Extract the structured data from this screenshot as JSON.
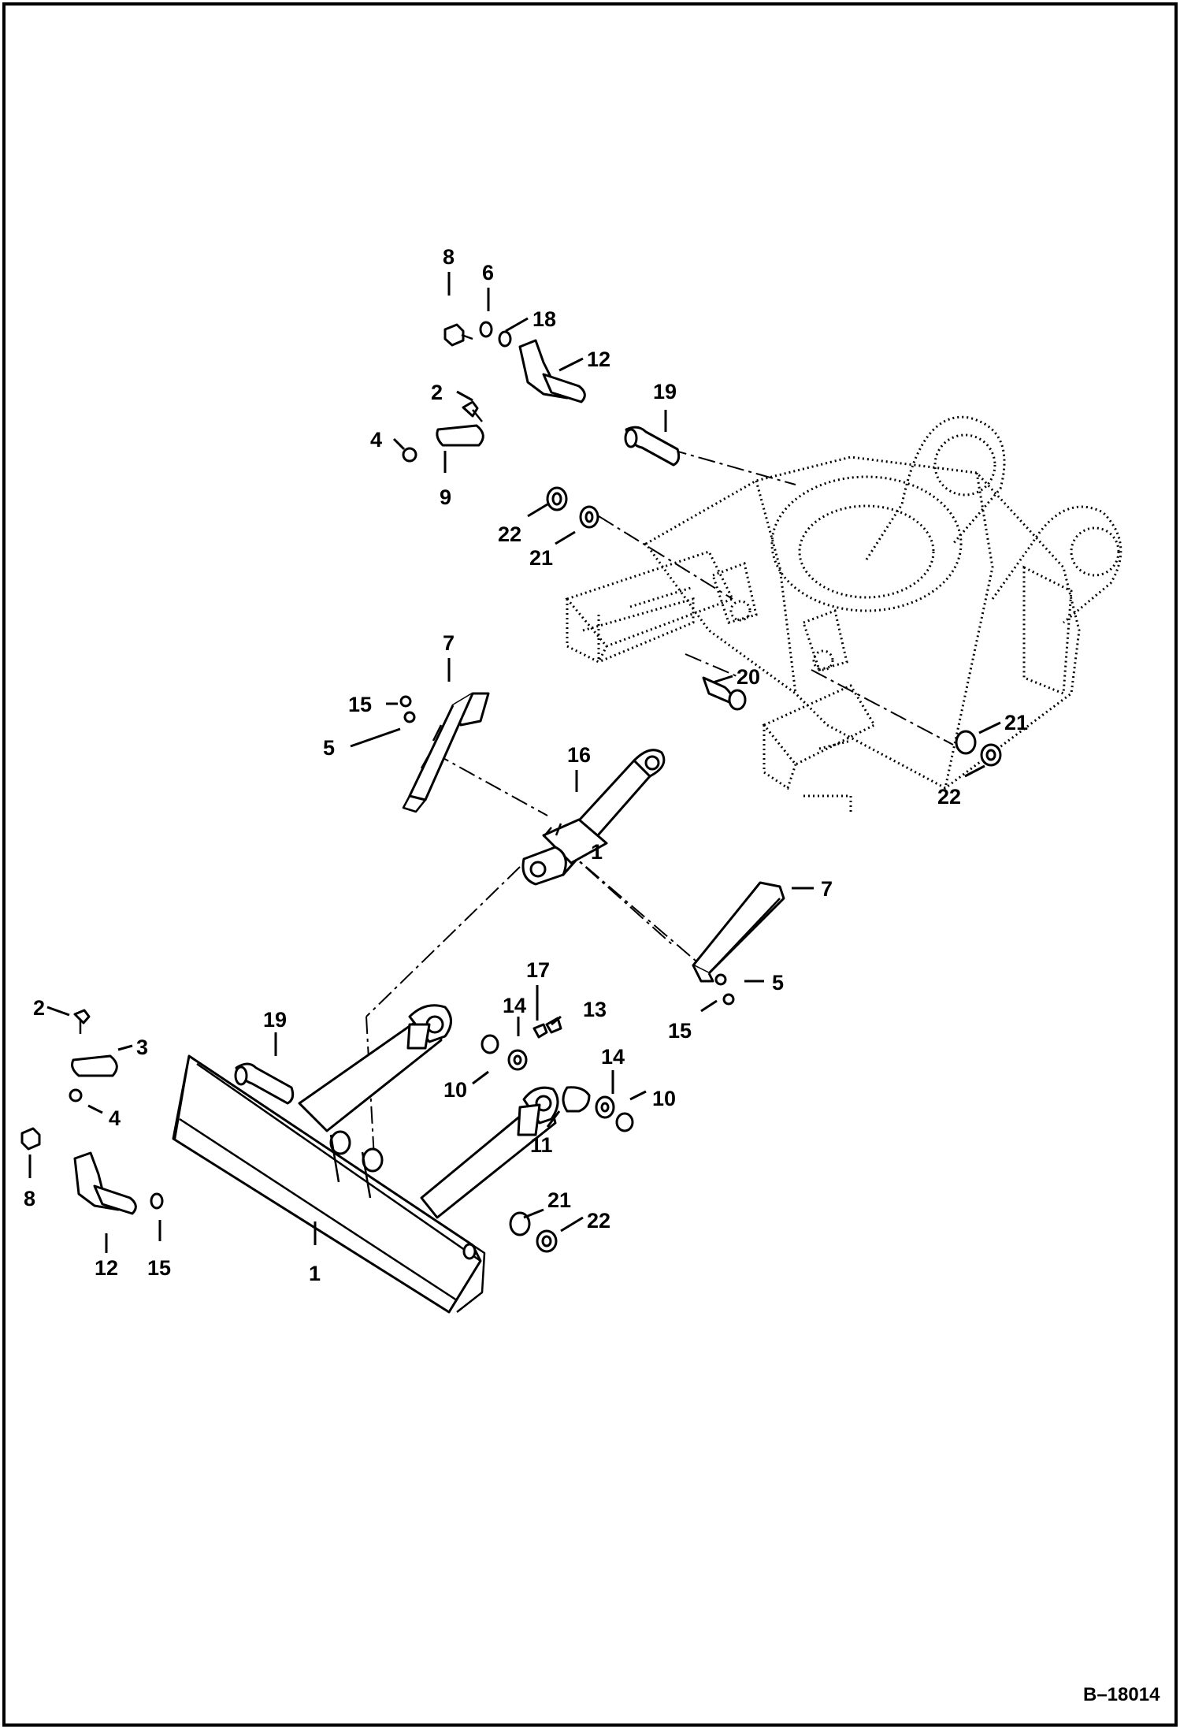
{
  "figure": {
    "reference_code": "B–18014"
  },
  "callouts": [
    {
      "id": "c8a",
      "text": "8"
    },
    {
      "id": "c6",
      "text": "6"
    },
    {
      "id": "c18",
      "text": "18"
    },
    {
      "id": "c12a",
      "text": "12"
    },
    {
      "id": "c2a",
      "text": "2"
    },
    {
      "id": "c4a",
      "text": "4"
    },
    {
      "id": "c9",
      "text": "9"
    },
    {
      "id": "c19a",
      "text": "19"
    },
    {
      "id": "c22a",
      "text": "22"
    },
    {
      "id": "c21a",
      "text": "21"
    },
    {
      "id": "c7a",
      "text": "7"
    },
    {
      "id": "c15a",
      "text": "15"
    },
    {
      "id": "c5a",
      "text": "5"
    },
    {
      "id": "c20",
      "text": "20"
    },
    {
      "id": "c16",
      "text": "16"
    },
    {
      "id": "c1a",
      "text": "1"
    },
    {
      "id": "c21b",
      "text": "21"
    },
    {
      "id": "c22b",
      "text": "22"
    },
    {
      "id": "c7b",
      "text": "7"
    },
    {
      "id": "c5b",
      "text": "5"
    },
    {
      "id": "c15b",
      "text": "15"
    },
    {
      "id": "c17",
      "text": "17"
    },
    {
      "id": "c14a",
      "text": "14"
    },
    {
      "id": "c13",
      "text": "13"
    },
    {
      "id": "c2b",
      "text": "2"
    },
    {
      "id": "c3",
      "text": "3"
    },
    {
      "id": "c19b",
      "text": "19"
    },
    {
      "id": "c10a",
      "text": "10"
    },
    {
      "id": "c14b",
      "text": "14"
    },
    {
      "id": "c4b",
      "text": "4"
    },
    {
      "id": "c10b",
      "text": "10"
    },
    {
      "id": "c11",
      "text": "11"
    },
    {
      "id": "c8b",
      "text": "8"
    },
    {
      "id": "c21c",
      "text": "21"
    },
    {
      "id": "c22c",
      "text": "22"
    },
    {
      "id": "c12b",
      "text": "12"
    },
    {
      "id": "c15c",
      "text": "15"
    },
    {
      "id": "c1b",
      "text": "1"
    }
  ]
}
